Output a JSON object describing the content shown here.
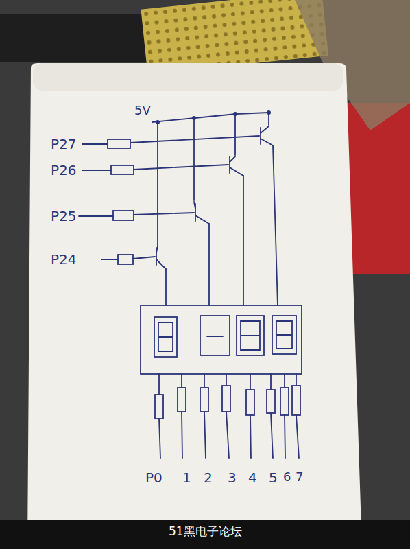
{
  "diagram": {
    "labels": [
      "5V",
      "P27",
      "P26",
      "P25",
      "P24",
      "P0",
      "1",
      "2",
      "3",
      "4",
      "5",
      "6",
      "7",
      "51黑电子论坛"
    ]
  }
}
